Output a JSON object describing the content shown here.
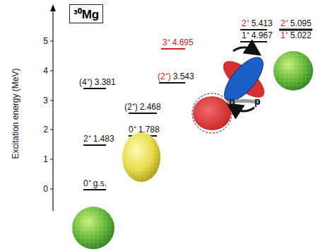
{
  "diagram": {
    "title": "³⁰Mg",
    "labels": [
      "Excitation energy (MeV)",
      "5",
      "4",
      "3",
      "2",
      "1",
      "0",
      "2⁺",
      "5.413",
      "1⁺",
      "4.967",
      "2⁺",
      "5.095",
      "1⁺",
      "5.022",
      "3⁺",
      "4.695",
      "(4⁺)",
      "3.381",
      "(2⁺)",
      "3.543",
      "(2⁺)",
      "2.468",
      "2⁺",
      "1.483",
      "0⁺",
      "1.788",
      "0⁺",
      "g.s.",
      "n",
      "p"
    ]
  }
}
